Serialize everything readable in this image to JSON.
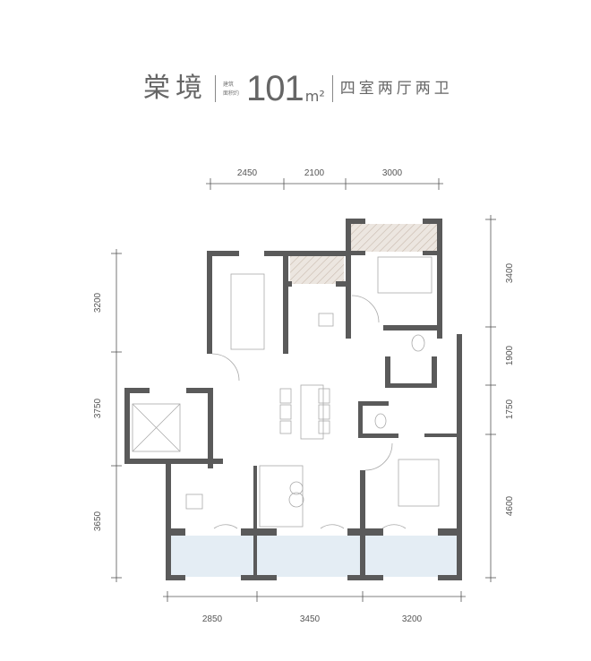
{
  "header": {
    "name": "棠境",
    "area_label_line1": "建筑",
    "area_label_line2": "面积约",
    "area": "101",
    "unit": "m²",
    "layout": "四室两厅两卫"
  },
  "dimensions": {
    "top": [
      "2450",
      "2100",
      "3000"
    ],
    "bottom": [
      "2850",
      "3450",
      "3200"
    ],
    "left": [
      "3200",
      "3750",
      "3650"
    ],
    "right": [
      "3400",
      "1900",
      "1750",
      "4600"
    ]
  },
  "colors": {
    "wall": "#5a5a5a",
    "balcony": "#e4edf4",
    "hatch": "#d9cfc7",
    "dim": "#555555"
  }
}
